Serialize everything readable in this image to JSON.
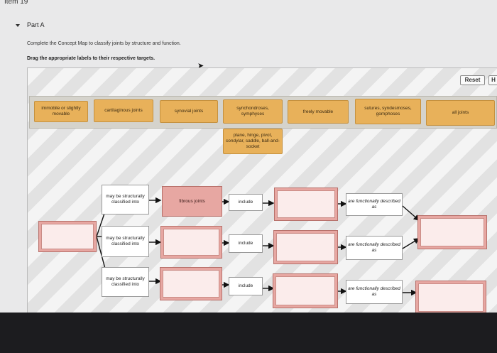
{
  "header": {
    "item_title": "Item 19",
    "part_label": "Part A",
    "instruction": "Complete the Concept Map to classify joints by structure and function.",
    "drag_instruction": "Drag the appropriate labels to their respective targets."
  },
  "toolbar": {
    "reset_label": "Reset",
    "h_label": "H"
  },
  "label_bank": [
    "immobile or slightly movable",
    "cartilaginous joints",
    "synovial joints",
    "synchondroses, symphyses",
    "freely movable",
    "sutures, syndesmoses, gomphoses",
    "all joints",
    "plane, hinge, pivot, condylar, saddle, ball-and-socket"
  ],
  "concept_map": {
    "branch_label_1": "may be structurally classified into",
    "branch_label_2": "may be structurally classified into",
    "branch_label_3": "may be structurally classified into",
    "filled_target": "fibrous joints",
    "include_label": "include",
    "functional_label": "are functionally described as"
  },
  "colors": {
    "chip": "#e8b15a",
    "node": "#e7a7a2",
    "node_inner": "#fbeceb"
  }
}
